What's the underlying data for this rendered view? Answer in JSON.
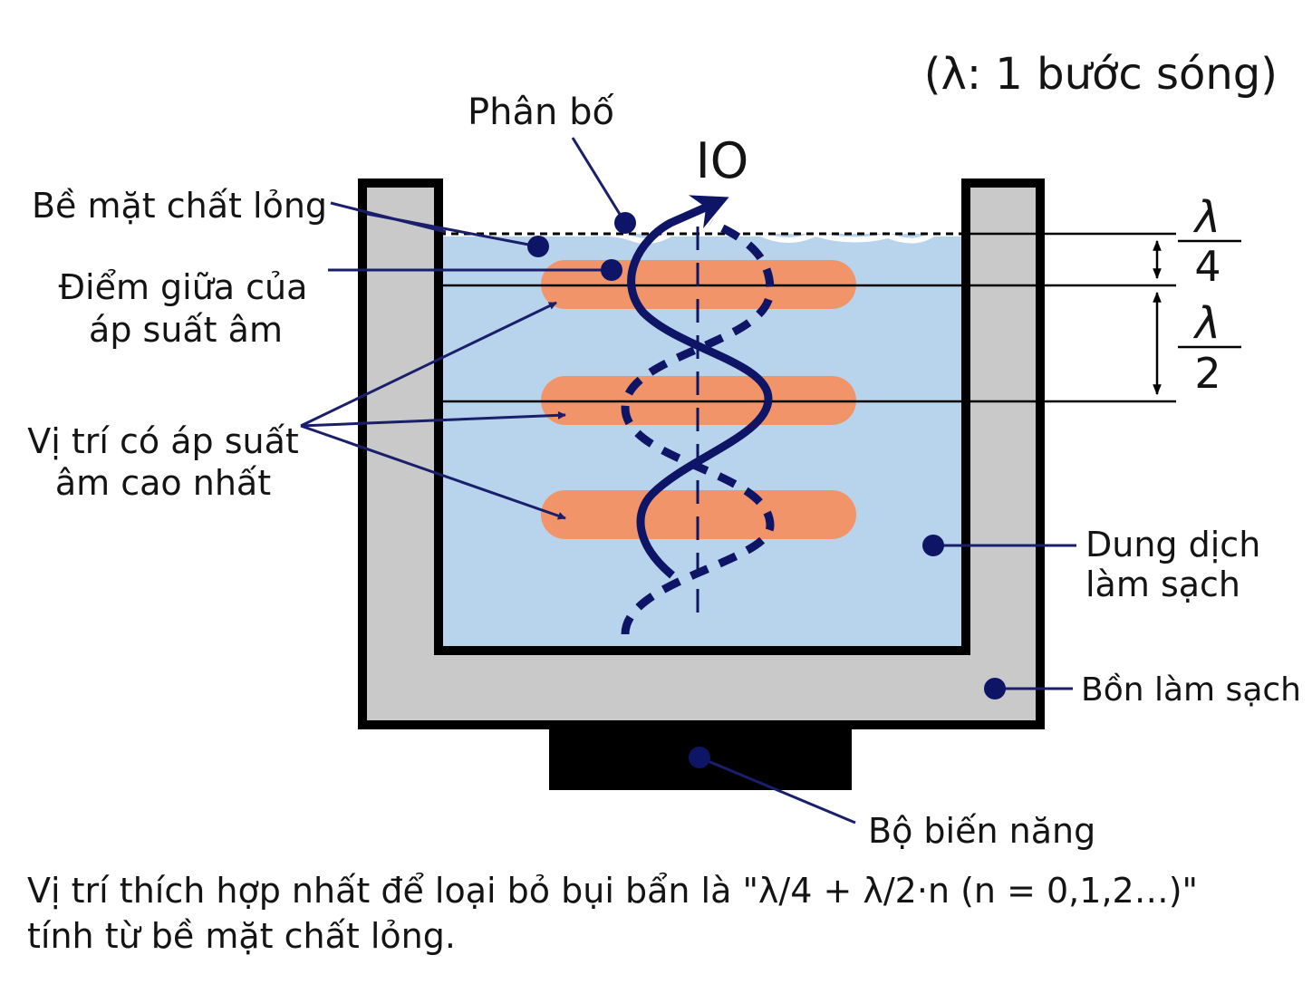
{
  "labels": {
    "wavelength_note": "(λ: 1 bước sóng)",
    "distribution": "Phân bố",
    "io": "IO",
    "liquid_surface": "Bề mặt chất lỏng",
    "midpoint_line1": "Điểm giữa của",
    "midpoint_line2": "áp suất âm",
    "max_pressure_line1": "Vị trí có áp suất",
    "max_pressure_line2": "âm cao nhất",
    "cleaning_solution_line1": "Dung dịch",
    "cleaning_solution_line2": "làm sạch",
    "cleaning_tank": "Bồn làm sạch",
    "transducer": "Bộ biến năng",
    "lambda_symbol": "λ",
    "quarter_denominator": "4",
    "half_denominator": "2"
  },
  "caption": {
    "line1": "Vị trí thích hợp nhất để loại bỏ bụi bẩn là \"λ/4 + λ/2·n (n = 0,1,2…)\"",
    "line2": "tính từ bề mặt chất lỏng."
  },
  "colors": {
    "tank_wall": "#c9c9c9",
    "outline": "#000000",
    "liquid": "#b8d4ec",
    "pressure_band": "#f2946a",
    "wave": "#0e1566",
    "leader": "#1a1f6b"
  }
}
